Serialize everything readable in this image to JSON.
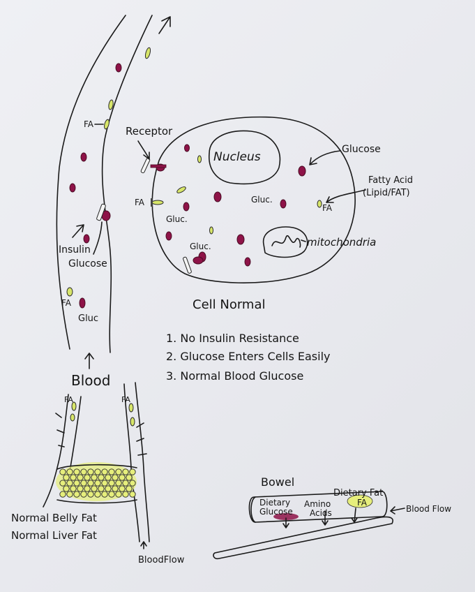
{
  "labels": {
    "cell_title": "Cell Normal",
    "nucleus": "Nucleus",
    "glucose": "Glucose",
    "fatty_acid_line1": "Fatty Acid",
    "fatty_acid_line2": "(Lipid/FAT)",
    "fa_cell": "FA",
    "gluc_cell_right": "Gluc.",
    "gluc_cell_left": "Gluc.",
    "gluc_cell_bottom": "Gluc.",
    "receptor": "Receptor",
    "fa_receptor": "FA",
    "mitochondria": "mitochondria",
    "fa_vessel_top": "FA",
    "insulin": "Insulin",
    "glucose_vessel": "Glucose",
    "fa_vessel_low": "FA",
    "gluc_vessel": "Gluc",
    "blood": "Blood",
    "fa_branch_left": "FA",
    "fa_branch_right": "FA",
    "belly_fat": "Normal Belly Fat",
    "liver_fat": "Normal Liver Fat",
    "blood_flow_bottom": "BloodFlow",
    "bowel": "Bowel",
    "dietary_fat": "Dietary Fat",
    "dietary_glucose_line1": "Dietary",
    "dietary_glucose_line2": "Glucose",
    "amino_line1": "Amino",
    "amino_line2": "Acids",
    "fa_bowel": "FA",
    "blood_flow_bowel": "Blood Flow"
  },
  "list_items": [
    "1. No Insulin Resistance",
    "2. Glucose Enters Cells Easily",
    "3. Normal Blood Glucose"
  ],
  "colors": {
    "ink": "#1a1a1a",
    "glucose": "#8e1348",
    "fatty_acid": "#d8e66a",
    "paper": "#eceef2"
  }
}
